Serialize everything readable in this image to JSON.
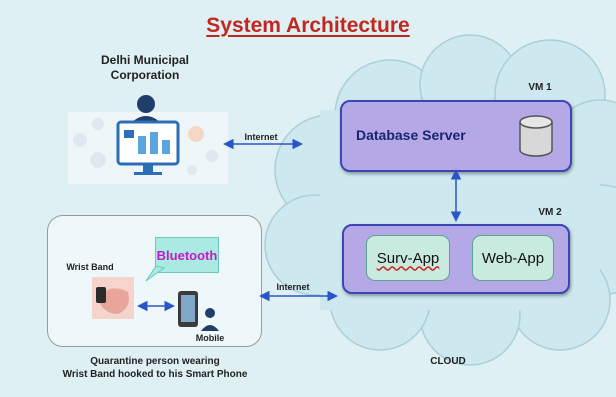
{
  "title": "System Architecture",
  "dmc": {
    "line1": "Delhi Municipal",
    "line2": "Corporation"
  },
  "links": {
    "internet_top": "Internet",
    "internet_bottom": "Internet"
  },
  "vm1": {
    "label": "VM 1",
    "server": "Database Server"
  },
  "vm2": {
    "label": "VM 2",
    "app1": "Surv-App",
    "app2": "Web-App"
  },
  "cloud_label": "CLOUD",
  "wrist": {
    "bluetooth": "Bluetooth",
    "band_label": "Wrist Band",
    "mobile_label": "Mobile",
    "caption_line1": "Quarantine person wearing",
    "caption_line2": "Wrist Band hooked to his Smart Phone"
  },
  "colors": {
    "title": "#c0281f",
    "vm_box": "#b4a9e6",
    "vm_border": "#3c45b5",
    "app_box": "#c9ebdf",
    "bluetooth_text": "#c818c8",
    "cloud": "#cde8ee",
    "arrow": "#2a55c8"
  }
}
